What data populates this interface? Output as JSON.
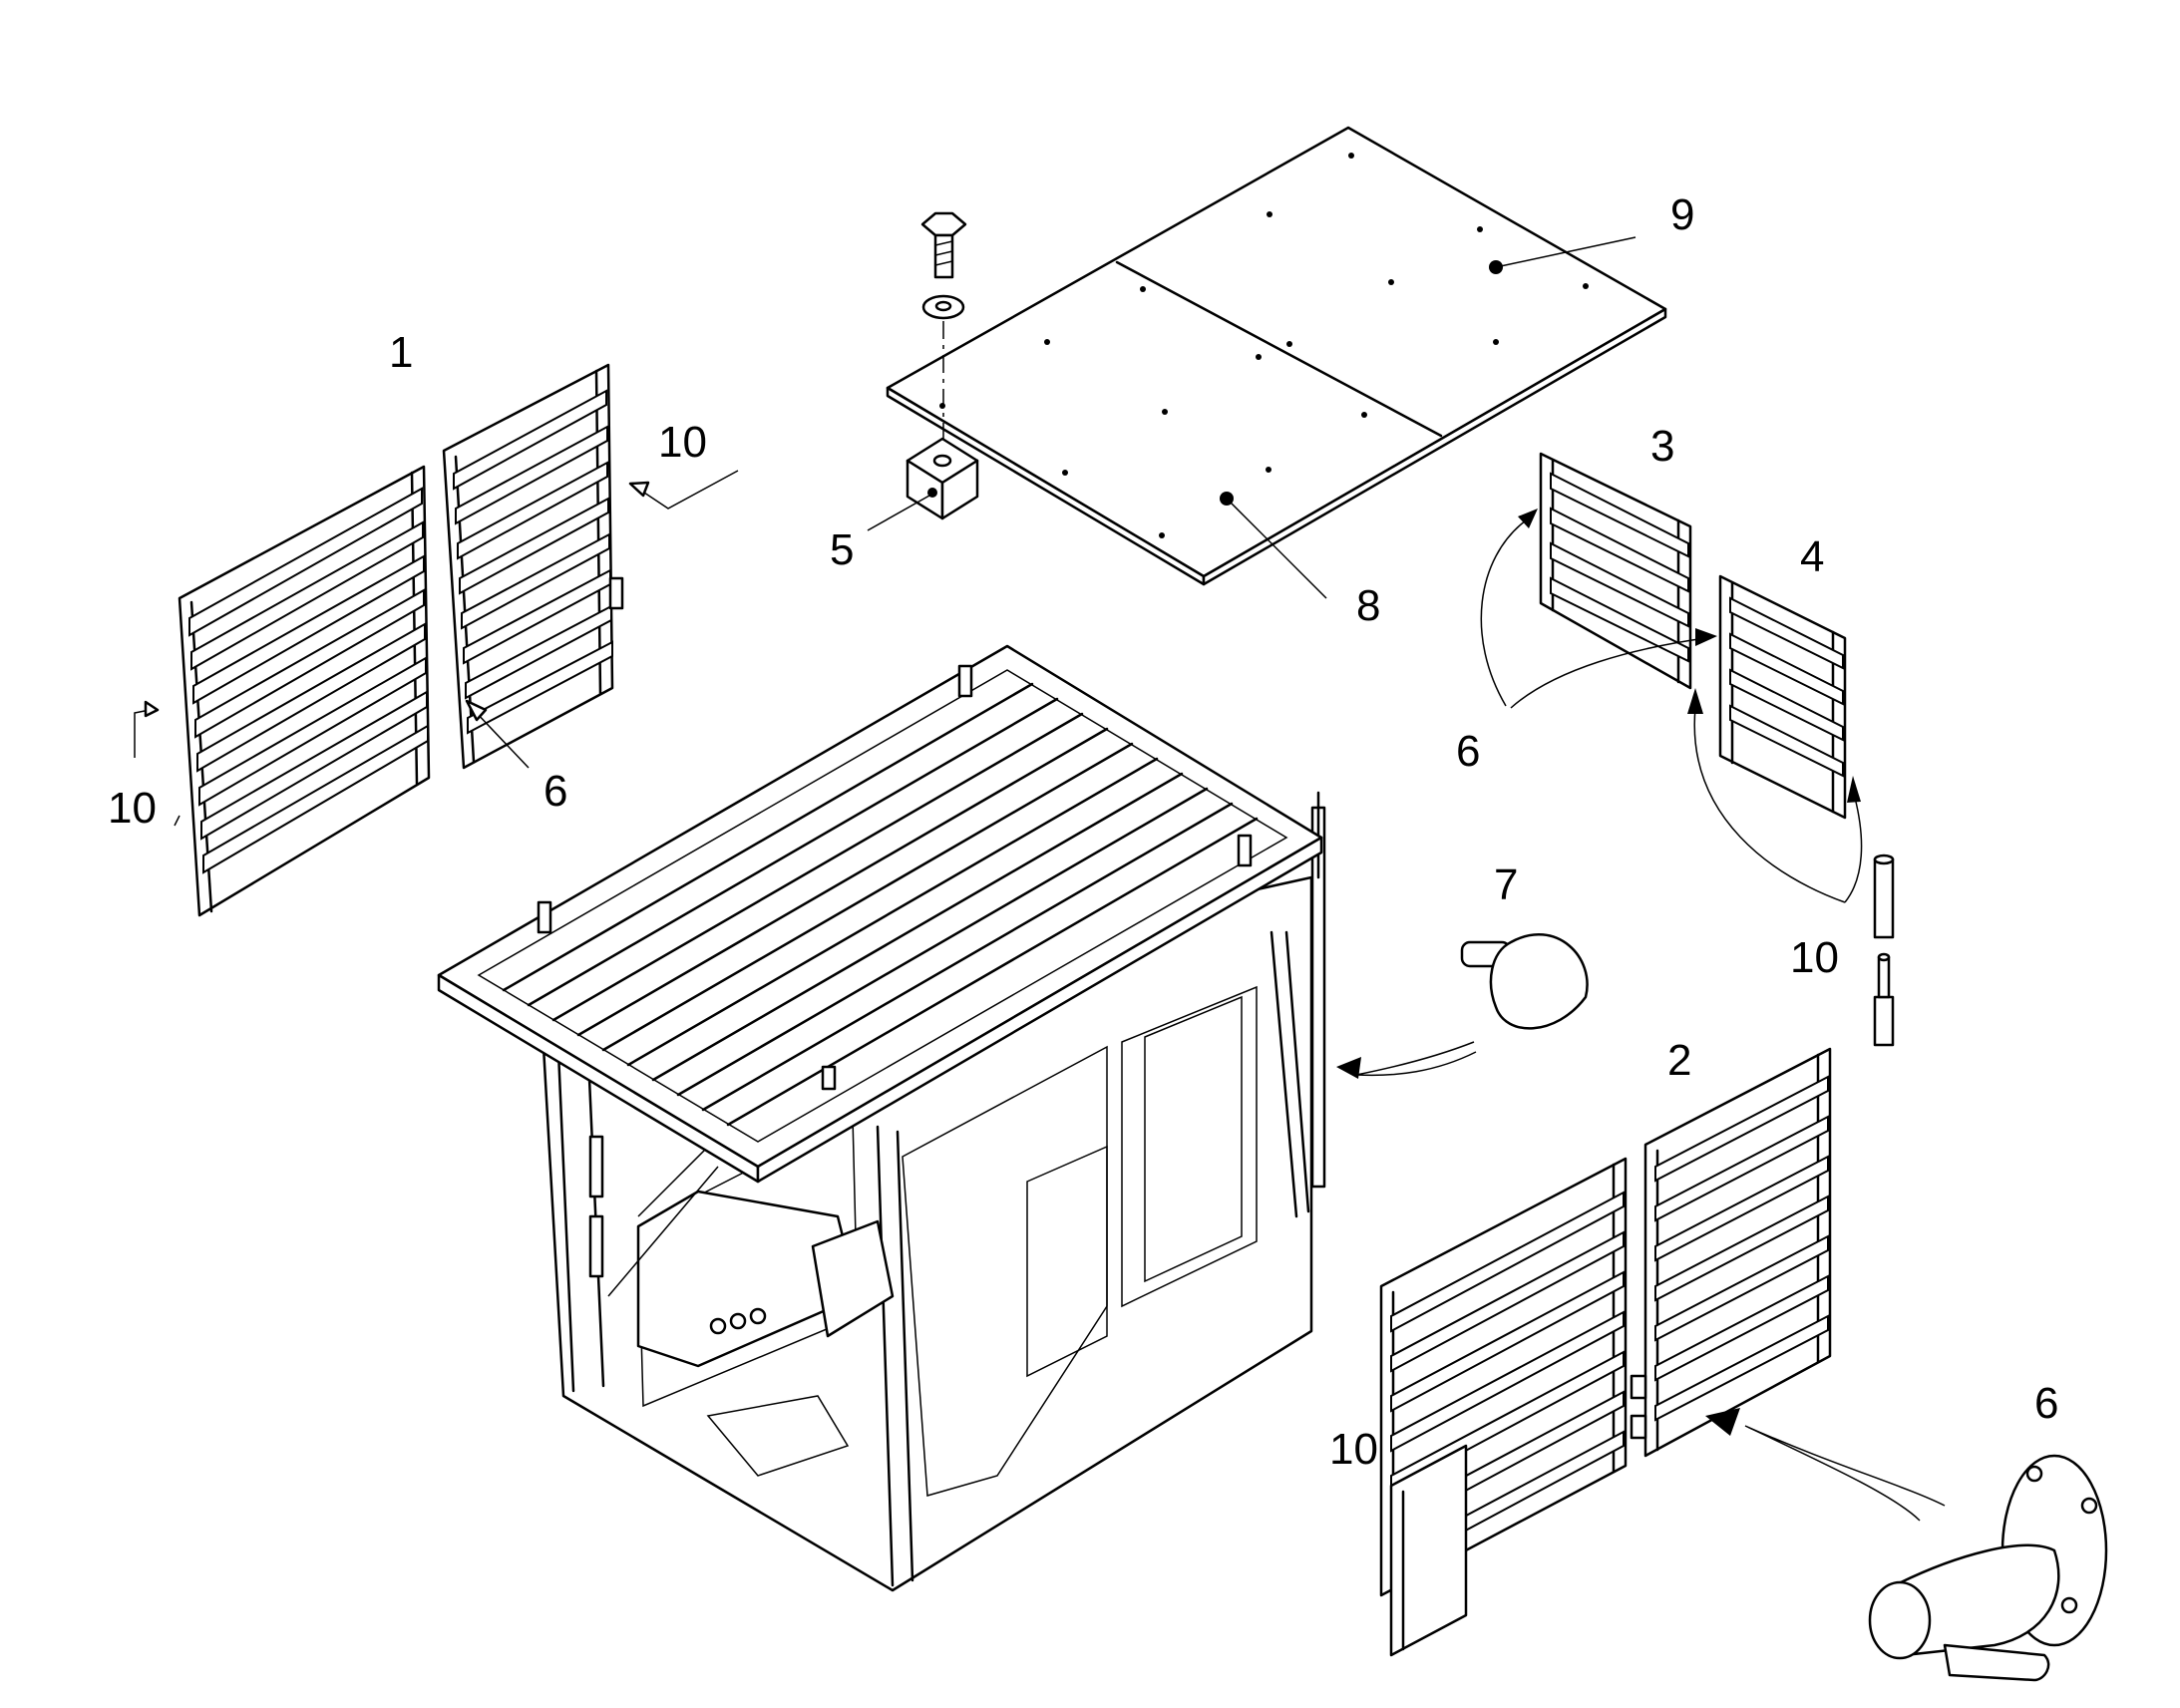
{
  "callouts": {
    "c1": "1",
    "c2": "2",
    "c3": "3",
    "c4": "4",
    "c5": "5",
    "c6a": "6",
    "c6b": "6",
    "c6c": "6",
    "c7": "7",
    "c8": "8",
    "c9": "9",
    "c10a": "10",
    "c10b": "10",
    "c10c": "10",
    "c10d": "10"
  },
  "colors": {
    "line": "#000000",
    "background": "#ffffff"
  }
}
